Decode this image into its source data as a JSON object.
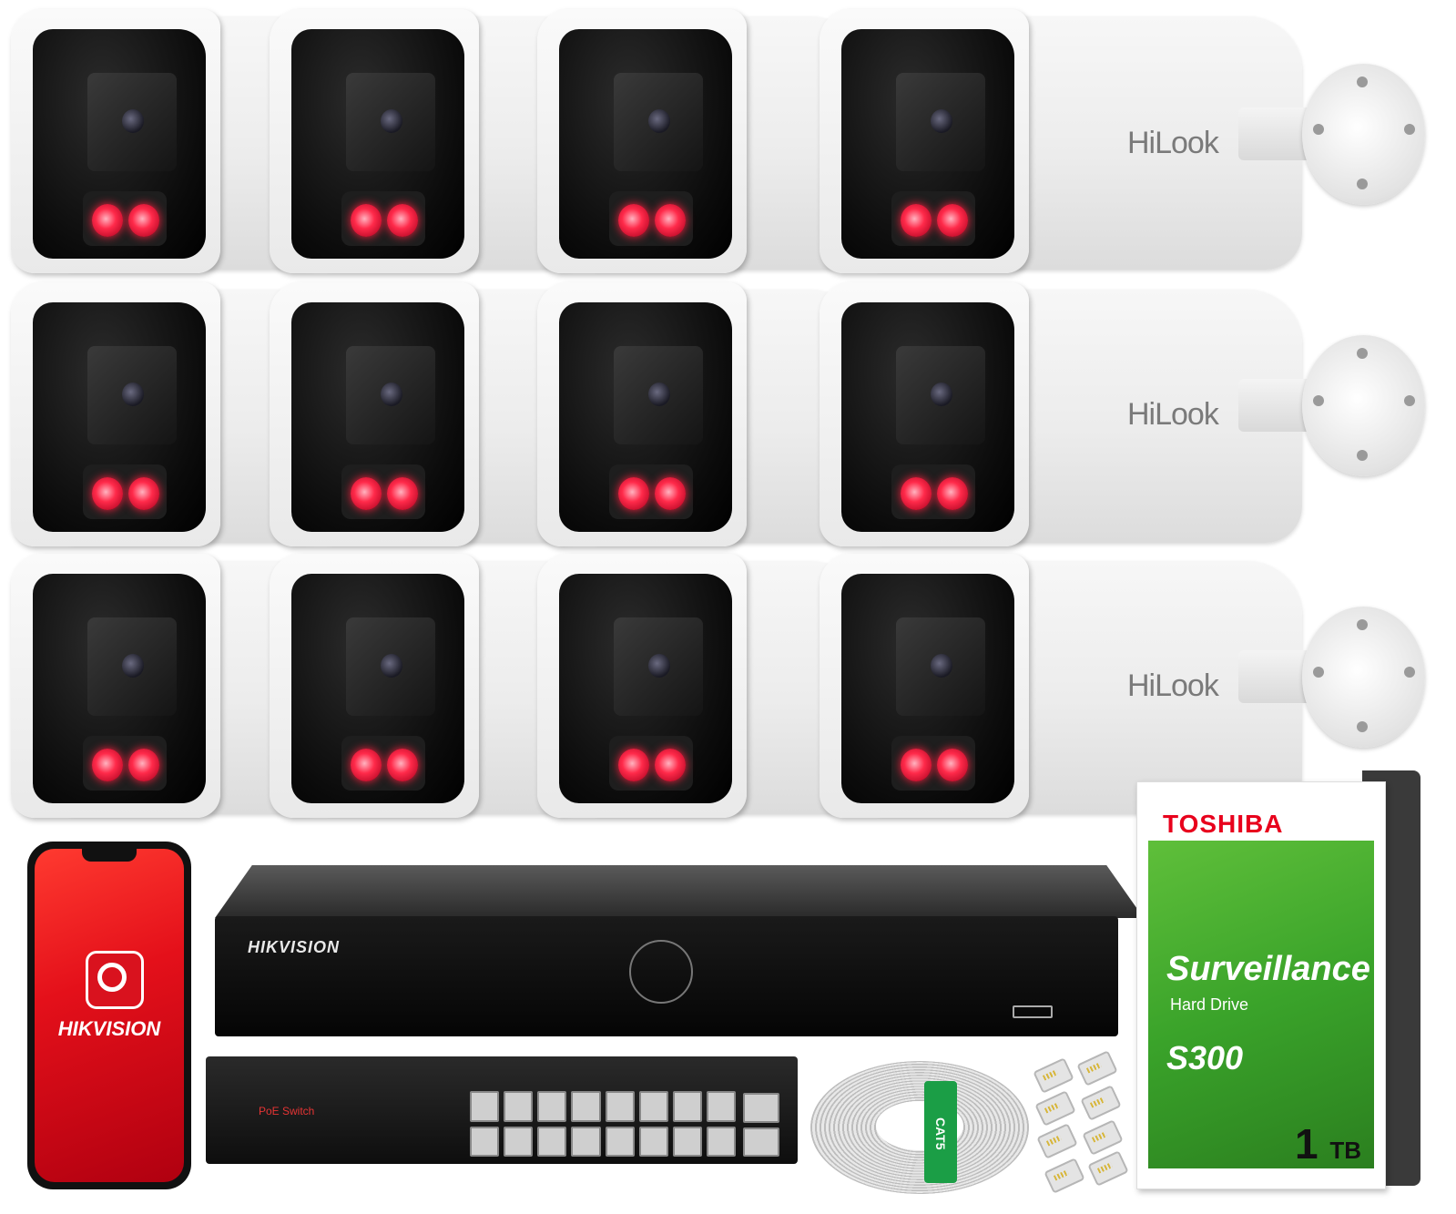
{
  "cameras": {
    "brand": "HiLook",
    "rows": 3,
    "per_row": 4
  },
  "phone": {
    "app_brand": "HIKVISION",
    "icon": "hikvision-app-icon"
  },
  "nvr": {
    "brand": "HIKVISION"
  },
  "switch": {
    "label": "PoE Switch",
    "ports": 16,
    "uplinks": 2
  },
  "cable": {
    "tag": "CAT5"
  },
  "hdd": {
    "maker": "TOSHIBA",
    "line1": "Surveillance",
    "line2": "Hard Drive",
    "model": "S300",
    "capacity_number": "1",
    "capacity_unit": "TB"
  },
  "colors": {
    "ir_led": "#ff2a4a",
    "phone_red": "#e4101a",
    "hdd_green": "#3aa32a",
    "toshiba_red": "#e8001c"
  }
}
